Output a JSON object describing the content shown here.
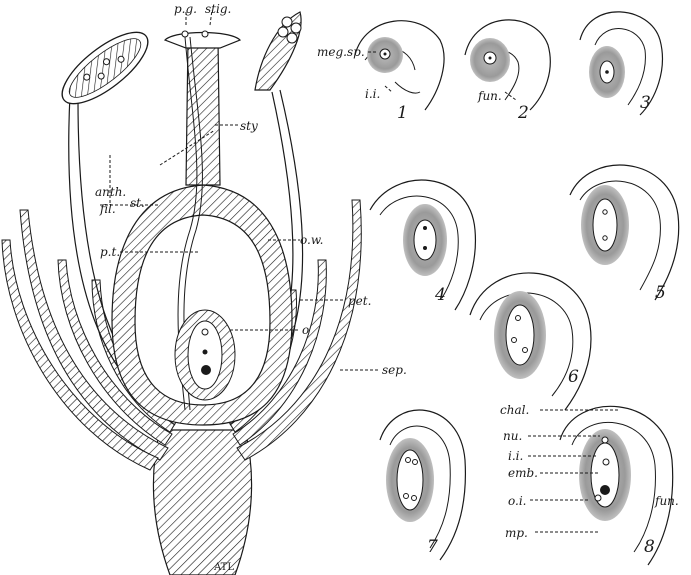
{
  "labels": {
    "pg": "p.g.",
    "stig": "stig.",
    "anth": "anth.",
    "fil": "fil.",
    "st": "st.",
    "sty": "sty",
    "ow": "o.w.",
    "pt": "p.t.",
    "o": "o",
    "pet": "pet.",
    "sep": "sep.",
    "megsp": "meg.sp.",
    "ii1": "i.i.",
    "fun2": "fun.",
    "chal": "chal.",
    "nu": "nu.",
    "ii8": "i.i.",
    "emb": "emb.",
    "oi": "o.i.",
    "mp": "mp.",
    "fun8": "fun."
  },
  "figures": [
    "1",
    "2",
    "3",
    "4",
    "5",
    "6",
    "7",
    "8"
  ],
  "signature": "ATL",
  "colors": {
    "ink": "#1a1a1a",
    "stipple": "#8a8a8a",
    "paper": "#ffffff"
  }
}
